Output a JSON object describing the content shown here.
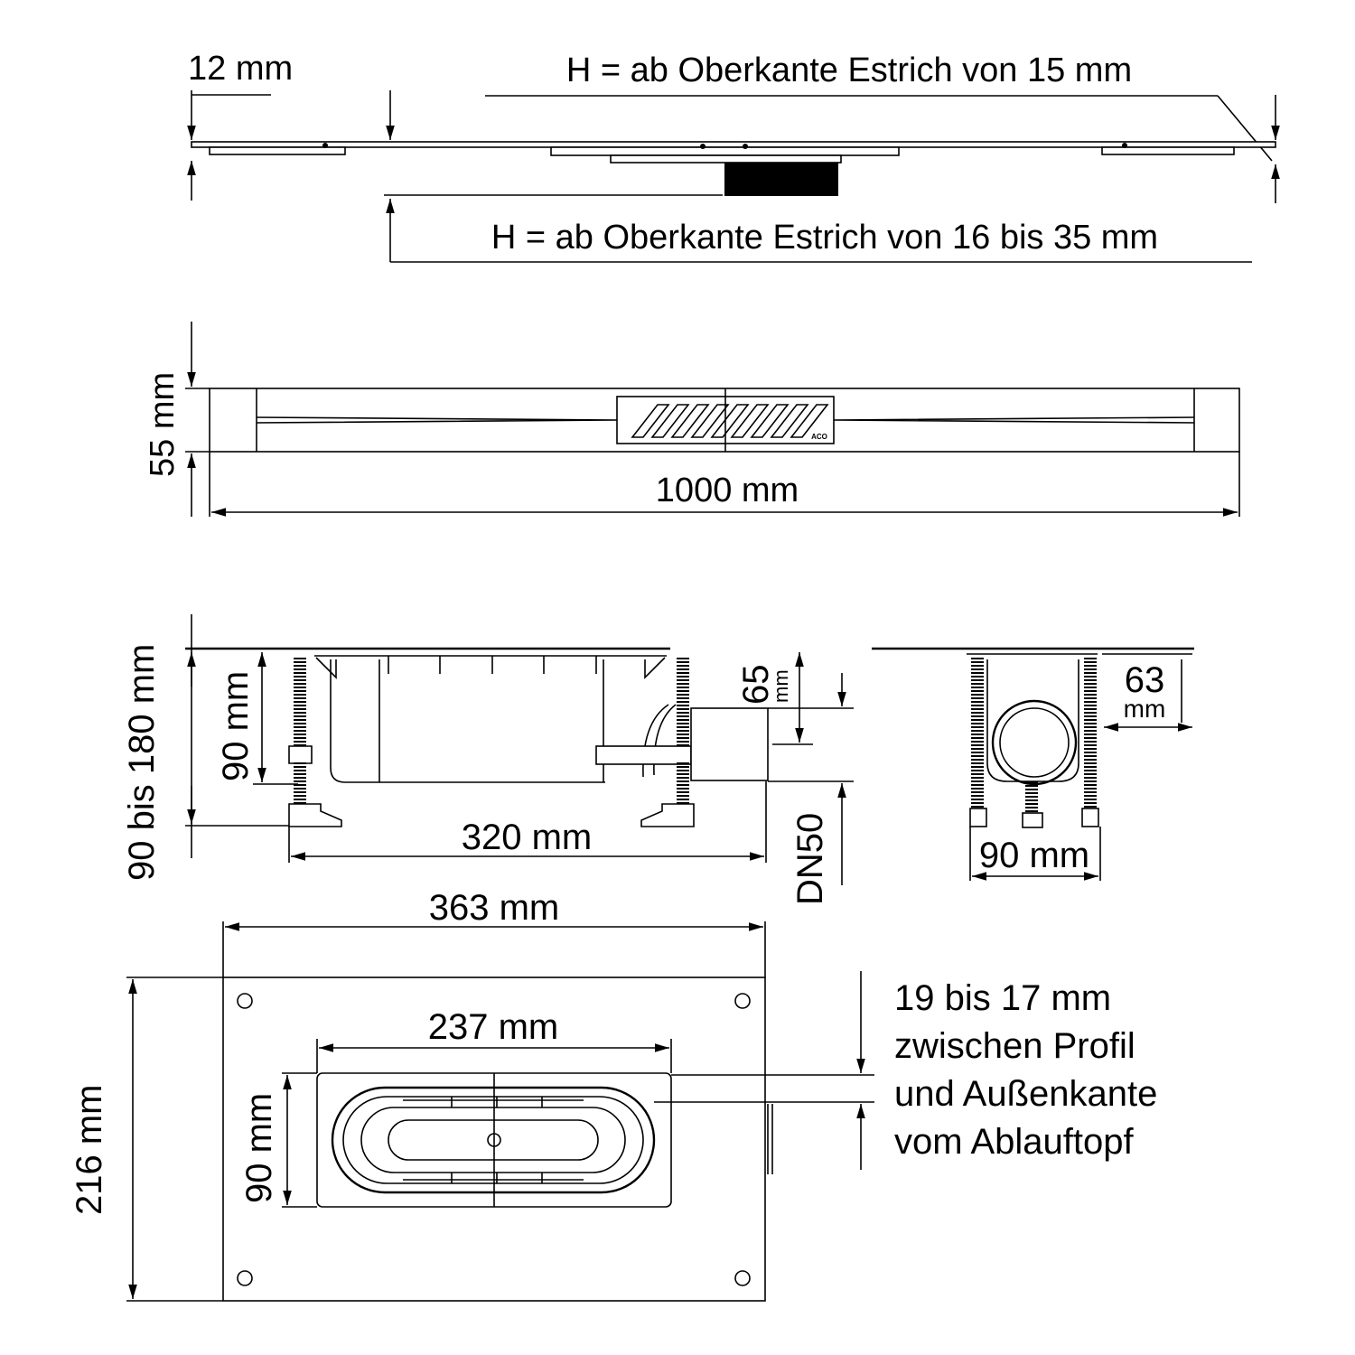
{
  "colors": {
    "line": "#000000",
    "background": "#ffffff"
  },
  "side_view": {
    "dim_12": "12 mm",
    "height_note_top": "H = ab Oberkante Estrich von 15 mm",
    "height_note_bottom": "H = ab Oberkante Estrich von 16 bis 35 mm"
  },
  "top_view": {
    "dim_55": "55 mm",
    "dim_1000": "1000 mm",
    "logo": "ACO"
  },
  "section_view": {
    "dim_90_180": "90 bis 180 mm",
    "dim_90": "90 mm",
    "dim_65": "65",
    "dim_65_unit": "mm",
    "dn": "DN50",
    "dim_320": "320 mm"
  },
  "end_view": {
    "dim_63": "63",
    "dim_63_unit": "mm",
    "dim_90": "90 mm"
  },
  "plan_view": {
    "dim_363": "363 mm",
    "dim_237": "237 mm",
    "dim_216": "216 mm",
    "dim_90": "90 mm",
    "note_lines": [
      "19 bis 17 mm",
      "zwischen Profil",
      "und Außenkante",
      "vom Ablauftopf"
    ]
  }
}
